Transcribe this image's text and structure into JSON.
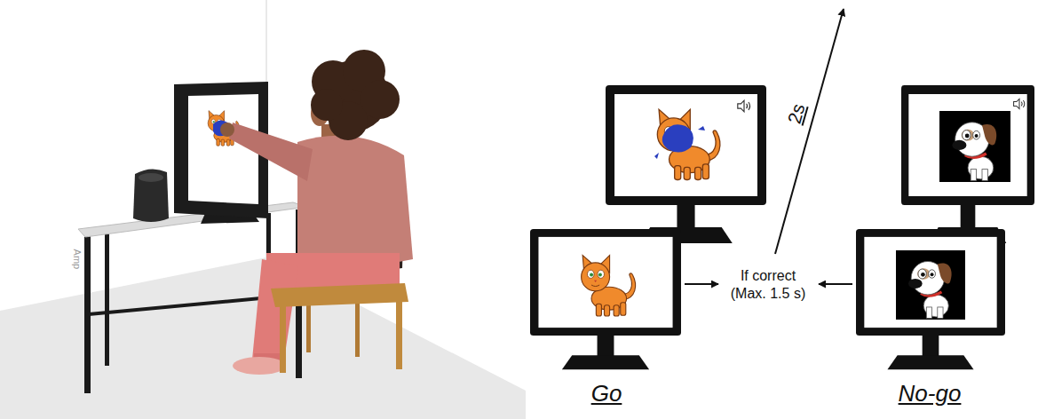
{
  "diagram": {
    "labels": [
      "Amp",
      "2s",
      "If correct (Max. 1.5 s)",
      "Go",
      "No-go"
    ]
  }
}
